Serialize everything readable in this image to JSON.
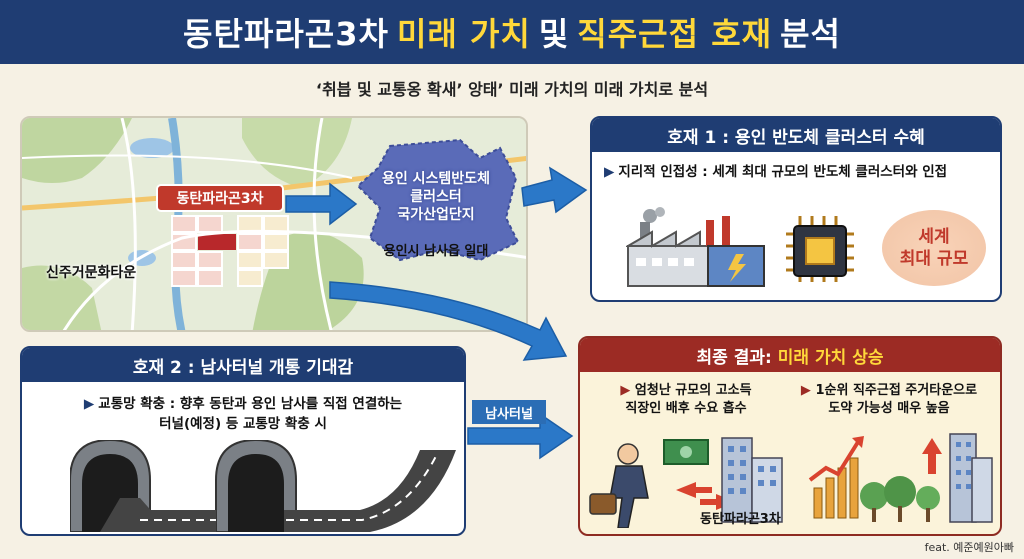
{
  "header": {
    "title_part1": "동탄파라곤3차",
    "title_highlight1": "미래 가치",
    "title_part2": "및",
    "title_highlight2": "직주근접 호재",
    "title_part3": "분석"
  },
  "subtitle": "‘취븝 및 교통옹 확새’ 앙태’ 미래 가치의 미래 가치로 분석",
  "map": {
    "main_label": "동탄파라곤3차",
    "town_label": "신주거문화타운",
    "region_name_lines": [
      "용인 시스템반도체",
      "클러스터",
      "국가산업단지"
    ],
    "region_sub": "용인시 남사읍 일대"
  },
  "panel1": {
    "title": "호재 1 : 용인 반도체 클러스터 수혜",
    "bullet_marker": "▶",
    "bullet": "지리적 인접성 : 세계 최대 규모의 반도체 클러스터와 인접",
    "badge_lines": [
      "세계",
      "최대 규모"
    ]
  },
  "panel2": {
    "title": "호재 2 : 남사터널 개통 기대감",
    "bullet_marker": "▶",
    "bullet_line1": "교통망 확충 : 향후 동탄과 용인 남사를 직접 연결하는",
    "bullet_line2": "터널(예정) 등 교통망 확충 시"
  },
  "tunnel_label": "남사터널",
  "panel3": {
    "title_part1": "최종 결과:",
    "title_highlight": "미래 가치 상승",
    "col1_marker": "▶",
    "col1_line1": "엄청난 규모의 고소득",
    "col1_line2": "직장인 배후 수요 흡수",
    "col2_marker": "▶",
    "col2_line1": "1순위 직주근접 주거타운으로",
    "col2_line2": "도약 가능성 매우 높음",
    "building_label": "동탄파라곤3차"
  },
  "credit": "feat. 예준예원아빠",
  "colors": {
    "navy": "#1f3d73",
    "red": "#9c2b24",
    "accent_yellow": "#ffd83a",
    "arrow_blue": "#2b78c8"
  },
  "icons": [
    "factory-icon",
    "chip-icon",
    "money-icon",
    "businessman-icon",
    "building-icon",
    "growth-chart-icon",
    "tunnel-icon",
    "road-icon",
    "tree-icon"
  ]
}
